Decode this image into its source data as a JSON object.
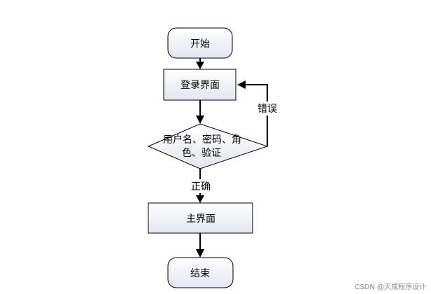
{
  "flowchart": {
    "nodes": {
      "start": {
        "label": "开始"
      },
      "login": {
        "label": "登录界面"
      },
      "verify": {
        "label_line1": "用户名、密码、角",
        "label_line2": "色、验证"
      },
      "main": {
        "label": "主界面"
      },
      "end": {
        "label": "结束"
      }
    },
    "edges": {
      "error": {
        "label": "错误"
      },
      "correct": {
        "label": "正确"
      }
    }
  },
  "watermark": {
    "text": "CSDN @天成程序设计"
  },
  "colors": {
    "node_fill_top": "#ffffff",
    "node_fill_bottom": "#e3e6f1",
    "stroke": "#000000"
  }
}
